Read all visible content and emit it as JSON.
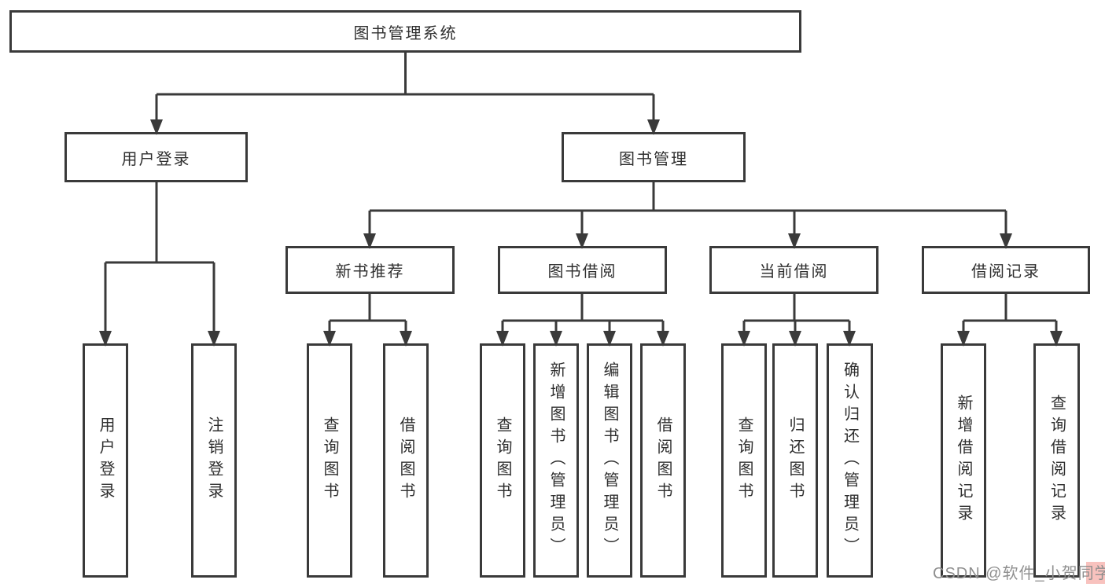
{
  "diagram": {
    "type": "hierarchy-tree",
    "tree": {
      "label": "图书管理系统",
      "children": [
        {
          "label": "用户登录",
          "children": [
            {
              "label": "用户登录"
            },
            {
              "label": "注销登录"
            }
          ]
        },
        {
          "label": "图书管理",
          "children": [
            {
              "label": "新书推荐",
              "children": [
                {
                  "label": "查询图书"
                },
                {
                  "label": "借阅图书"
                }
              ]
            },
            {
              "label": "图书借阅",
              "children": [
                {
                  "label": "查询图书"
                },
                {
                  "label": "新增图书（管理员）"
                },
                {
                  "label": "编辑图书（管理员）"
                },
                {
                  "label": "借阅图书"
                }
              ]
            },
            {
              "label": "当前借阅",
              "children": [
                {
                  "label": "查询图书"
                },
                {
                  "label": "归还图书"
                },
                {
                  "label": "确认归还（管理员）"
                }
              ]
            },
            {
              "label": "借阅记录",
              "children": [
                {
                  "label": "新增借阅记录"
                },
                {
                  "label": "查询借阅记录"
                }
              ]
            }
          ]
        }
      ]
    },
    "colors": {
      "line": "#3a3a3a",
      "box_border": "#3a3a3a",
      "text": "#2f2f2f",
      "background": "#ffffff",
      "watermark_text": "#8f8f8f",
      "watermark_badge": "#f0786e"
    }
  },
  "watermark": {
    "text": "CSDN @软件_小贺同学"
  }
}
